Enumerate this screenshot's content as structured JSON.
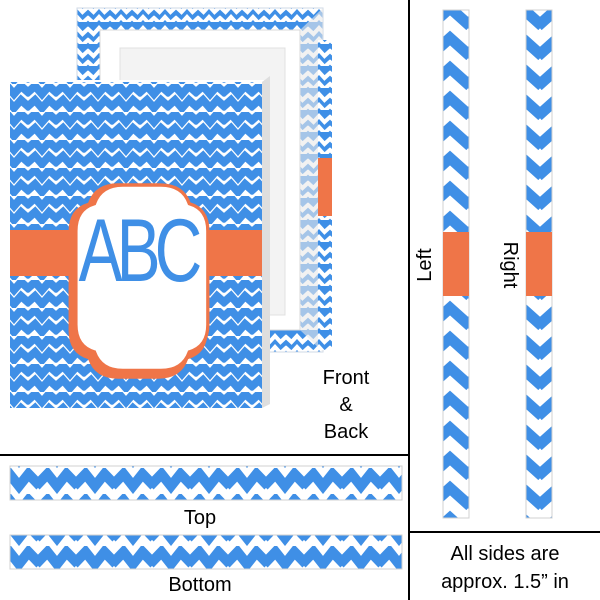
{
  "colors": {
    "pattern_blue": "#3f8fe6",
    "pattern_white": "#ffffff",
    "band_orange": "#ef7548",
    "divider": "#000000"
  },
  "monogram": {
    "text": "ABC"
  },
  "labels": {
    "front": "Front",
    "ampersand": "&",
    "back": "Back",
    "left": "Left",
    "right": "Right",
    "top": "Top",
    "bottom": "Bottom",
    "note_line1": "All sides are",
    "note_line2": "approx. 1.5” in"
  }
}
